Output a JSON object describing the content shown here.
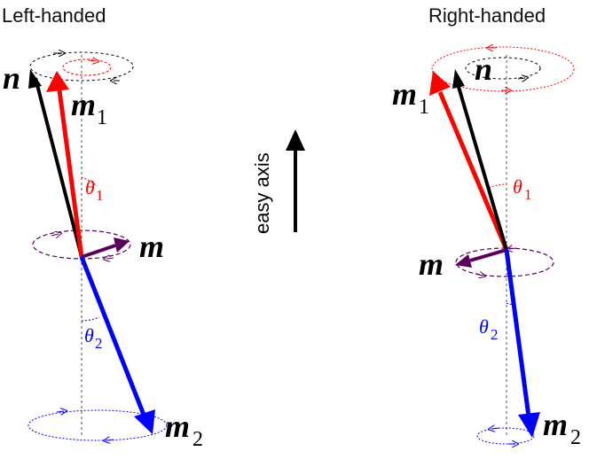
{
  "colors": {
    "n": "#000000",
    "m1": "#ff0000",
    "m2": "#0000ff",
    "m": "#5a005a",
    "theta1": "#ff0000",
    "theta2": "#0000ff",
    "axis_line": "#555555"
  },
  "left_panel": {
    "title": "Left-handed",
    "n_label": "n",
    "m1_label": "m",
    "m1_sub": "1",
    "m_label": "m",
    "m2_label": "m",
    "m2_sub": "2",
    "theta1_label": "θ",
    "theta1_sub": "1",
    "theta2_label": "θ",
    "theta2_sub": "2"
  },
  "right_panel": {
    "title": "Right-handed",
    "n_label": "n",
    "m1_label": "m",
    "m1_sub": "1",
    "m_label": "m",
    "m2_label": "m",
    "m2_sub": "2",
    "theta1_label": "θ",
    "theta1_sub": "1",
    "theta2_label": "θ",
    "theta2_sub": "2"
  },
  "center": {
    "easy_axis_label": "easy axis"
  }
}
